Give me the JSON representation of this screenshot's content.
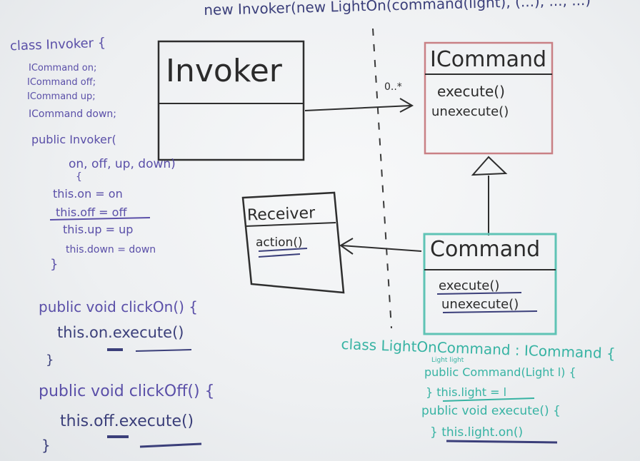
{
  "top_code": "new Invoker(new LightOn(command(light), (...), ..., ...)",
  "left_code": {
    "class_decl": "class Invoker {",
    "fields": [
      "ICommand on;",
      "ICommand off;",
      "ICommand up;",
      "ICommand down;"
    ],
    "ctor_sig": "public Invoker(",
    "ctor_params": "on, off, up, down)",
    "ctor_open": "{",
    "ctor_body": [
      "this.on = on",
      "this.off = off",
      "this.up = up",
      "this.down = down"
    ],
    "ctor_close": "}",
    "click_on_sig": "public void clickOn() {",
    "click_on_body": "this.on.execute()",
    "click_on_close": "}",
    "click_off_sig": "public void clickOff() {",
    "click_off_body": "this.off.execute()",
    "click_off_close": "}"
  },
  "diagram": {
    "invoker": {
      "title": "Invoker"
    },
    "icommand": {
      "title": "ICommand",
      "methods": [
        "execute()",
        "unexecute()"
      ]
    },
    "association_multiplicity": "0..*",
    "receiver": {
      "title": "Receiver",
      "methods": [
        "action()"
      ]
    },
    "command": {
      "title": "Command",
      "methods": [
        "execute()",
        "unexecute()"
      ]
    }
  },
  "right_code": {
    "class_decl": "class LightOnCommand : ICommand {",
    "field_hint": "Light light",
    "ctor": "public Command(Light l) {",
    "ctor_body": "} this.light = l",
    "exec_sig": "public void execute() {",
    "exec_body": "} this.light.on()"
  },
  "colors": {
    "board": "#eef0f2",
    "left_ink": "#5a4fa8",
    "teal_ink": "#37b3a3",
    "dark_ink": "#2b2b2b",
    "red_box": "#c98085"
  }
}
